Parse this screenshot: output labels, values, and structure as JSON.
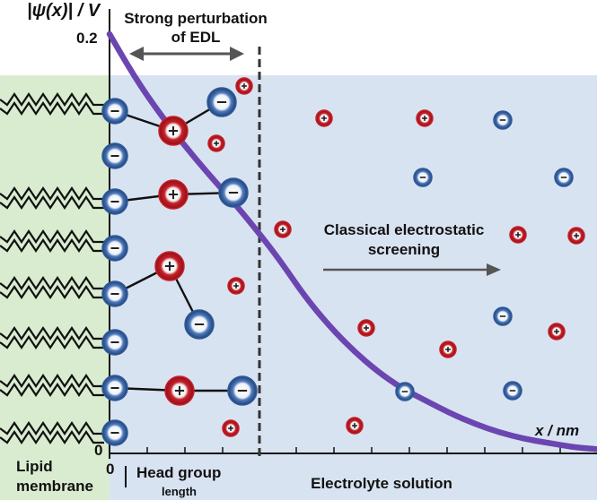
{
  "figure": {
    "y_axis_label": "|ψ(x)| / V",
    "y_tick_top": "0.2",
    "y_tick_zero": "0",
    "x_tick_zero": "0",
    "x_axis_label": "x / nm",
    "edl_label_line1": "Strong perturbation",
    "edl_label_line2": "of EDL",
    "screening_label_line1": "Classical electrostatic",
    "screening_label_line2": "screening",
    "membrane_label_line1": "Lipid",
    "membrane_label_line2": "membrane",
    "head_group_label_line1": "Head group",
    "head_group_label_line2": "length",
    "electrolyte_label": "Electrolyte solution"
  },
  "potential_curve": {
    "x": [
      0.0,
      0.25,
      0.5,
      0.75,
      1.0,
      1.25,
      1.5,
      1.75,
      2.0,
      2.25,
      2.5,
      2.75,
      3.0,
      3.25,
      3.5,
      3.75,
      4.0,
      4.25,
      4.5,
      4.75,
      5.0
    ],
    "y": [
      0.2,
      0.18,
      0.163,
      0.148,
      0.134,
      0.121,
      0.107,
      0.092,
      0.075,
      0.061,
      0.049,
      0.039,
      0.031,
      0.025,
      0.019,
      0.014,
      0.01,
      0.007,
      0.005,
      0.003,
      0.002
    ],
    "ylim": [
      0,
      0.2
    ],
    "color": "#6b46b0"
  },
  "colors": {
    "membrane_bg": "#d9ecd0",
    "solution_bg": "#d8e3f1",
    "positive_ion": "#c8202a",
    "negative_ion": "#2f5a9a",
    "curve": "#6b46b0"
  },
  "icons": {
    "positive": "plus",
    "negative": "minus"
  }
}
